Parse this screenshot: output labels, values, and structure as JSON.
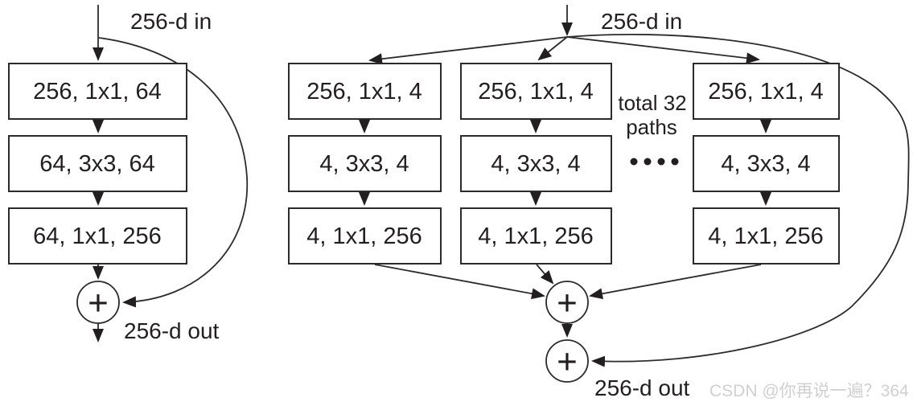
{
  "diagram": {
    "left": {
      "in_label": "256-d in",
      "out_label": "256-d out",
      "boxes": [
        "256, 1x1, 64",
        "64, 3x3, 64",
        "64, 1x1, 256"
      ],
      "plus": "+"
    },
    "right": {
      "in_label": "256-d in",
      "out_label": "256-d out",
      "note_line1": "total 32",
      "note_line2": "paths",
      "branches": [
        {
          "boxes": [
            "256, 1x1, 4",
            "4, 3x3, 4",
            "4, 1x1, 256"
          ]
        },
        {
          "boxes": [
            "256, 1x1, 4",
            "4, 3x3, 4",
            "4, 1x1, 256"
          ]
        },
        {
          "boxes": [
            "256, 1x1, 4",
            "4, 3x3, 4",
            "4, 1x1, 256"
          ]
        }
      ],
      "plus_top": "+",
      "plus_bottom": "+"
    },
    "watermark": "CSDN @你再说一遍？364",
    "colors": {
      "line": "#2b2b2b",
      "text": "#231f20",
      "watermark": "#d0d0d0",
      "background": "#ffffff"
    },
    "icons": {
      "ellipsis_dots": "••••",
      "plus_circle": "⊕",
      "arrowhead": "▶"
    }
  }
}
